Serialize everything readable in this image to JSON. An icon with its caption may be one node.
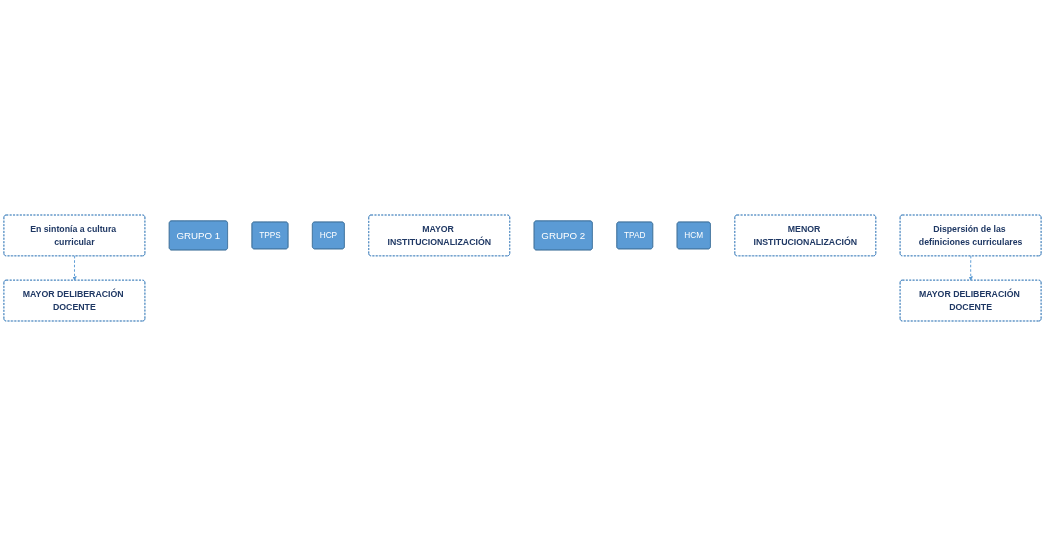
{
  "diagram": {
    "nodes": [
      {
        "text": [
          "En sintonía a cultura curricular"
        ]
      },
      {
        "text": [
          "GRUPO 1"
        ]
      },
      {
        "text": [
          "TPPS"
        ]
      },
      {
        "text": [
          "HCP"
        ]
      },
      {
        "text": [
          "MAYOR INSTITUCIONALIZACIÓN"
        ]
      },
      {
        "text": [
          "MAYOR DELIBERACIÓN DOCENTE"
        ]
      },
      {
        "text": [
          "GRUPO 2"
        ]
      },
      {
        "text": [
          "TPAD"
        ]
      },
      {
        "text": [
          "HCM"
        ]
      },
      {
        "text": [
          "MENOR INSTITUCIONALIZACIÓN"
        ]
      },
      {
        "text": [
          "MAYOR DELIBERACIÓN DOCENTE"
        ]
      },
      {
        "text": [
          "Dispersión de las definiciones curriculares"
        ]
      }
    ],
    "edges": [
      {
        "from": 0,
        "to": 5,
        "arrow": "to",
        "style": "dashed",
        "color": "#5b9bd5"
      },
      {
        "from": 11,
        "to": 10,
        "arrow": "to",
        "style": "dashed",
        "color": "#5b9bd5"
      }
    ]
  }
}
